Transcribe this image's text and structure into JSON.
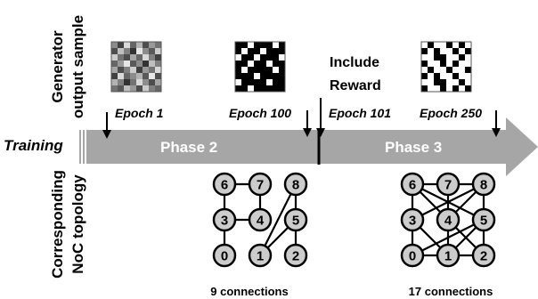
{
  "left_labels": {
    "generator_line1": "Generator",
    "generator_line2": "output sample",
    "training": "Training",
    "noc_line1": "Corresponding",
    "noc_line2": "NoC topology"
  },
  "samples": [
    {
      "epoch": "Epoch 1",
      "pattern": [
        [
          0.55,
          0.25,
          0.85,
          0.4,
          0.7,
          0.3,
          0.6,
          0.45
        ],
        [
          0.3,
          0.75,
          0.5,
          0.2,
          0.9,
          0.55,
          0.35,
          0.8
        ],
        [
          0.8,
          0.45,
          0.3,
          0.65,
          0.4,
          0.85,
          0.5,
          0.25
        ],
        [
          0.4,
          0.6,
          0.9,
          0.35,
          0.55,
          0.2,
          0.75,
          0.5
        ],
        [
          0.65,
          0.3,
          0.5,
          0.8,
          0.25,
          0.6,
          0.45,
          0.85
        ],
        [
          0.25,
          0.85,
          0.4,
          0.55,
          0.7,
          0.35,
          0.9,
          0.3
        ],
        [
          0.7,
          0.5,
          0.2,
          0.45,
          0.85,
          0.55,
          0.3,
          0.65
        ],
        [
          0.45,
          0.35,
          0.75,
          0.6,
          0.3,
          0.8,
          0.5,
          0.4
        ]
      ]
    },
    {
      "epoch": "Epoch 100",
      "pattern": [
        [
          0,
          0,
          1,
          0,
          0,
          0,
          1,
          0
        ],
        [
          0,
          1,
          0,
          0,
          1,
          0,
          0,
          0
        ],
        [
          1,
          0,
          0,
          1,
          0,
          0,
          0,
          1
        ],
        [
          0,
          0,
          1,
          0,
          0,
          1,
          0,
          0
        ],
        [
          0,
          1,
          0,
          0,
          0,
          0,
          1,
          0
        ],
        [
          0,
          0,
          0,
          1,
          0,
          0,
          0,
          0
        ],
        [
          1,
          0,
          0,
          0,
          0,
          1,
          0,
          0
        ],
        [
          0,
          0,
          1,
          0,
          0,
          0,
          0,
          0
        ]
      ]
    },
    {
      "epoch": "Epoch 250",
      "pattern": [
        [
          1,
          0,
          1,
          1,
          0,
          1,
          0,
          1
        ],
        [
          0,
          1,
          0,
          1,
          1,
          0,
          1,
          0
        ],
        [
          1,
          1,
          0,
          0,
          1,
          1,
          0,
          1
        ],
        [
          0,
          1,
          1,
          0,
          1,
          0,
          1,
          1
        ],
        [
          1,
          0,
          1,
          1,
          0,
          1,
          1,
          0
        ],
        [
          0,
          1,
          0,
          1,
          1,
          0,
          1,
          1
        ],
        [
          1,
          1,
          0,
          0,
          1,
          1,
          0,
          1
        ],
        [
          0,
          1,
          1,
          0,
          1,
          0,
          1,
          0
        ]
      ]
    }
  ],
  "include_reward_line1": "Include",
  "include_reward_line2": "Reward",
  "epoch_101": "Epoch 101",
  "phases": [
    "Phase 2",
    "Phase 3"
  ],
  "topologies": [
    {
      "caption": "9 connections",
      "nodes": [
        "6",
        "7",
        "8",
        "3",
        "4",
        "5",
        "0",
        "1",
        "2"
      ],
      "edges": [
        [
          "6",
          "7"
        ],
        [
          "7",
          "4"
        ],
        [
          "6",
          "3"
        ],
        [
          "3",
          "4"
        ],
        [
          "3",
          "0"
        ],
        [
          "8",
          "1"
        ],
        [
          "5",
          "1"
        ],
        [
          "5",
          "2"
        ],
        [
          "8",
          "5"
        ]
      ]
    },
    {
      "caption": "17 connections",
      "nodes": [
        "6",
        "7",
        "8",
        "3",
        "4",
        "5",
        "0",
        "1",
        "2"
      ],
      "edges": [
        [
          "6",
          "7"
        ],
        [
          "7",
          "8"
        ],
        [
          "6",
          "3"
        ],
        [
          "3",
          "0"
        ],
        [
          "0",
          "1"
        ],
        [
          "1",
          "2"
        ],
        [
          "8",
          "5"
        ],
        [
          "5",
          "2"
        ],
        [
          "6",
          "5"
        ],
        [
          "3",
          "8"
        ],
        [
          "6",
          "4"
        ],
        [
          "7",
          "1"
        ],
        [
          "4",
          "2"
        ],
        [
          "3",
          "1"
        ],
        [
          "0",
          "5"
        ],
        [
          "8",
          "4"
        ],
        [
          "1",
          "5"
        ]
      ]
    }
  ]
}
